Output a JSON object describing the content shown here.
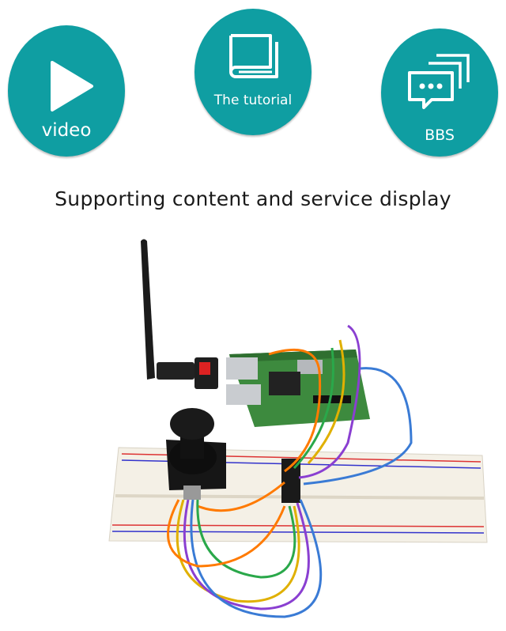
{
  "services": [
    {
      "label": "video",
      "icon": "play-icon"
    },
    {
      "label": "The tutorial",
      "icon": "book-icon"
    },
    {
      "label": "BBS",
      "icon": "chat-bubbles-icon"
    }
  ],
  "heading": "Supporting content and service display",
  "colors": {
    "accent": "#0f9ea2",
    "text": "#1a1a1a"
  }
}
